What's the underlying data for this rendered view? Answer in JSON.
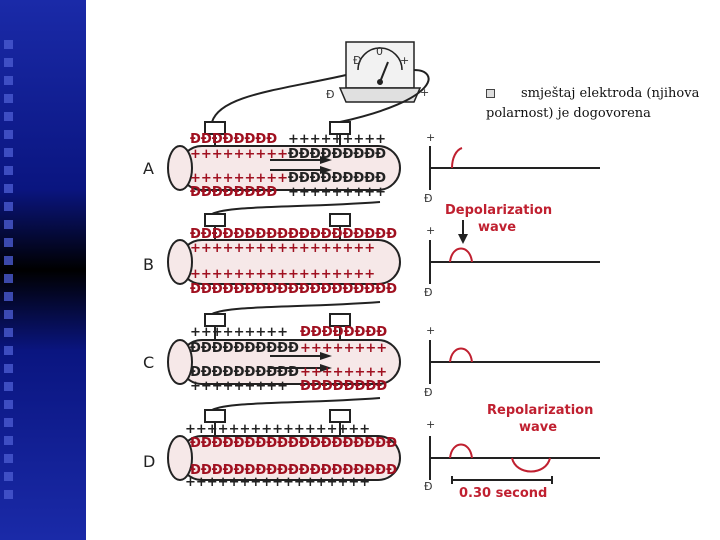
{
  "bullet": {
    "text_line1": "smještaj elektroda (njihova",
    "text_line2": "polarnost) je dogovorena"
  },
  "meter": {
    "zero": "0",
    "minus": "Đ",
    "plus": "+",
    "base_minus": "Đ",
    "base_plus": "+"
  },
  "panels": [
    {
      "letter": "A",
      "top_left": "ĐĐĐĐĐĐĐĐ",
      "top_right": "+++++++++",
      "row2_left": "+++++++++",
      "row2_right": "ĐĐĐĐĐĐĐĐĐ",
      "row3_left": "+++++++++",
      "row3_right": "ĐĐĐĐĐĐĐĐĐ",
      "bot_left": "ĐĐĐĐĐĐĐĐ",
      "bot_right": "+++++++++"
    },
    {
      "letter": "B",
      "row1": "ĐĐĐĐĐĐĐĐĐĐĐĐĐĐĐĐĐĐĐ",
      "row2": "+++++++++++++++++",
      "row3": "+++++++++++++++++",
      "row4": "ĐĐĐĐĐĐĐĐĐĐĐĐĐĐĐĐĐĐĐ"
    },
    {
      "letter": "C",
      "top_left": "+++++++++",
      "top_right": "ĐĐĐĐĐĐĐĐ",
      "row2_left": "ĐĐĐĐĐĐĐĐĐĐ",
      "row2_right": "++++++++",
      "row3_left": "ĐĐĐĐĐĐĐĐĐĐ",
      "row3_right": "++++++++",
      "bot_left": "+++++++++",
      "bot_right": "ĐĐĐĐĐĐĐĐ"
    },
    {
      "letter": "D",
      "row1": "+++++++++++++++++",
      "row2": "ĐĐĐĐĐĐĐĐĐĐĐĐĐĐĐĐĐĐĐ",
      "row3": "ĐĐĐĐĐĐĐĐĐĐĐĐĐĐĐĐĐĐĐ",
      "row4": "+++++++++++++++++"
    }
  ],
  "trace": {
    "plus": "+",
    "minus": "Đ"
  },
  "annotations": {
    "depol_line1": "Depolarization",
    "depol_line2": "wave",
    "repol_line1": "Repolarization",
    "repol_line2": "wave",
    "timebar": "0.30 second"
  }
}
